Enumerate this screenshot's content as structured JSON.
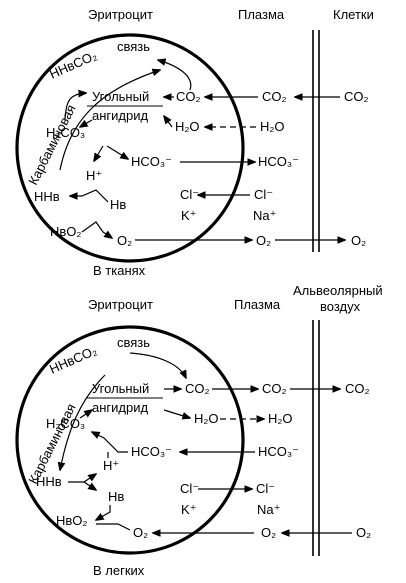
{
  "panel_tissue": {
    "erythrocyte": "Эритроцит",
    "plasma": "Плазма",
    "cells": "Клетки",
    "carbamino": "Карбаминовая",
    "hhbco2": "HНвCO₂",
    "link": "связь",
    "anhydrase_1": "Угольный",
    "anhydrase_2": "ангидрид",
    "co2": "CO₂",
    "h2o": "H₂O",
    "h2co3": "H₂CO₃",
    "hco3": "HCO₃⁻",
    "h_plus": "H⁺",
    "hhb": "HНв",
    "hb": "Нв",
    "hbo2": "НвO₂",
    "o2": "O₂",
    "cl": "Cl⁻",
    "k": "K⁺",
    "na": "Na⁺",
    "caption": "В тканях"
  },
  "panel_lungs": {
    "erythrocyte": "Эритроцит",
    "plasma": "Плазма",
    "alveolar_1": "Альвеолярный",
    "alveolar_2": "воздух",
    "carbamino": "Карбаминовая",
    "hhbco2": "HНвCO₂",
    "link": "связь",
    "anhydrase_1": "Угольный",
    "anhydrase_2": "ангидрид",
    "co2": "CO₂",
    "h2o": "H₂O",
    "h2co3": "H₂CO₃",
    "hco3": "HCO₃⁻",
    "h_plus": "H⁺",
    "hhb": "HНв",
    "hb": "Нв",
    "hbo2": "НвO₂",
    "o2": "O₂",
    "cl": "Cl⁻",
    "k": "K⁺",
    "na": "Na⁺",
    "caption": "В легких"
  }
}
